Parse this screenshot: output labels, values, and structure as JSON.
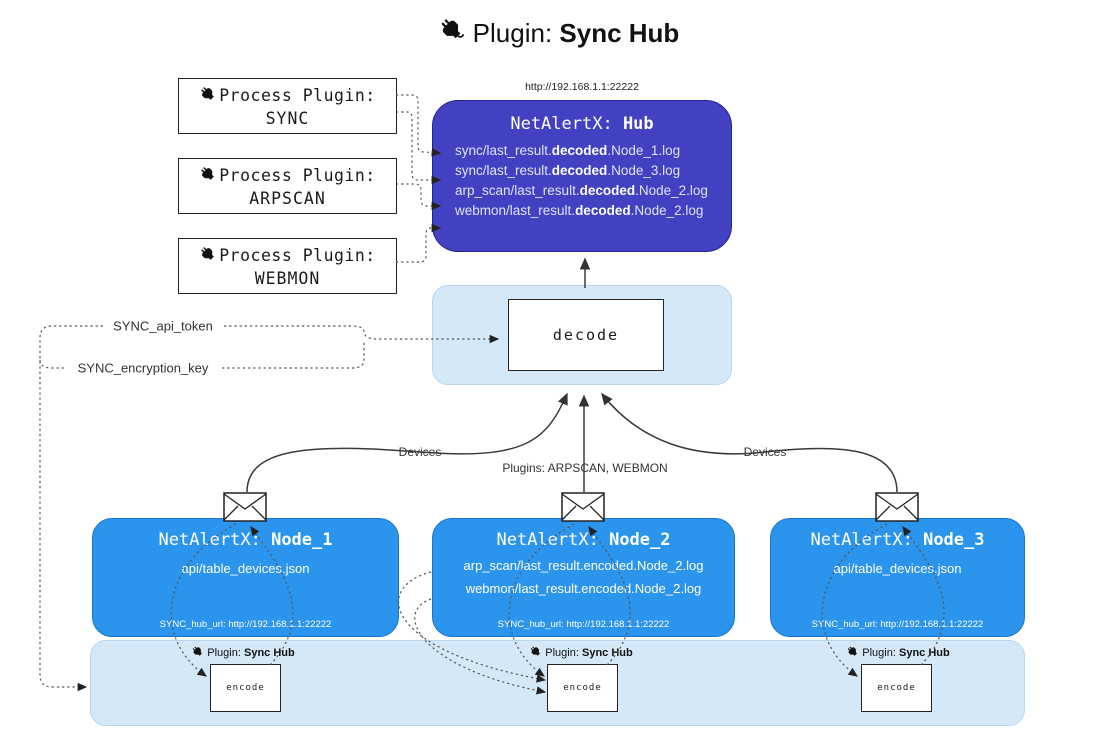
{
  "title": {
    "prefix": "Plugin: ",
    "bold": "Sync Hub"
  },
  "hub": {
    "url": "http://192.168.1.1:22222",
    "title_prefix": "NetAlertX: ",
    "title_bold": "Hub",
    "lines": [
      {
        "pre": "sync/last_result.",
        "bold": "decoded",
        "post": ".Node_1.log"
      },
      {
        "pre": "sync/last_result.",
        "bold": "decoded",
        "post": ".Node_3.log"
      },
      {
        "pre": "arp_scan/last_result.",
        "bold": "decoded",
        "post": ".Node_2.log"
      },
      {
        "pre": "webmon/last_result.",
        "bold": "decoded",
        "post": ".Node_2.log"
      }
    ]
  },
  "process_plugins": [
    {
      "label": "Process Plugin:",
      "name": "SYNC"
    },
    {
      "label": "Process Plugin:",
      "name": "ARPSCAN"
    },
    {
      "label": "Process Plugin:",
      "name": "WEBMON"
    }
  ],
  "decode": {
    "label": "decode"
  },
  "tokens": {
    "api_token": "SYNC_api_token",
    "encryption_key": "SYNC_encryption_key"
  },
  "edges": {
    "left": "Devices",
    "center": "Plugins: ARPSCAN, WEBMON",
    "right": "Devices"
  },
  "nodes": [
    {
      "title_prefix": "NetAlertX: ",
      "title_bold": "Node_1",
      "files": [
        "api/table_devices.json"
      ],
      "hub_url": "SYNC_hub_url: http://192.168.1.1:22222"
    },
    {
      "title_prefix": "NetAlertX: ",
      "title_bold": "Node_2",
      "files": [
        "arp_scan/last_result.encoded.Node_2.log",
        "webmon/last_result.encoded.Node_2.log"
      ],
      "hub_url": "SYNC_hub_url: http://192.168.1.1:22222"
    },
    {
      "title_prefix": "NetAlertX: ",
      "title_bold": "Node_3",
      "files": [
        "api/table_devices.json"
      ],
      "hub_url": "SYNC_hub_url: http://192.168.1.1:22222"
    }
  ],
  "band": {
    "plugin_prefix": "Plugin: ",
    "plugin_bold": "Sync Hub",
    "encode_label": "encode"
  },
  "colors": {
    "hub_fill": "#4141c1",
    "node_fill": "#2b95ed",
    "container_fill": "#d5e8f8"
  }
}
